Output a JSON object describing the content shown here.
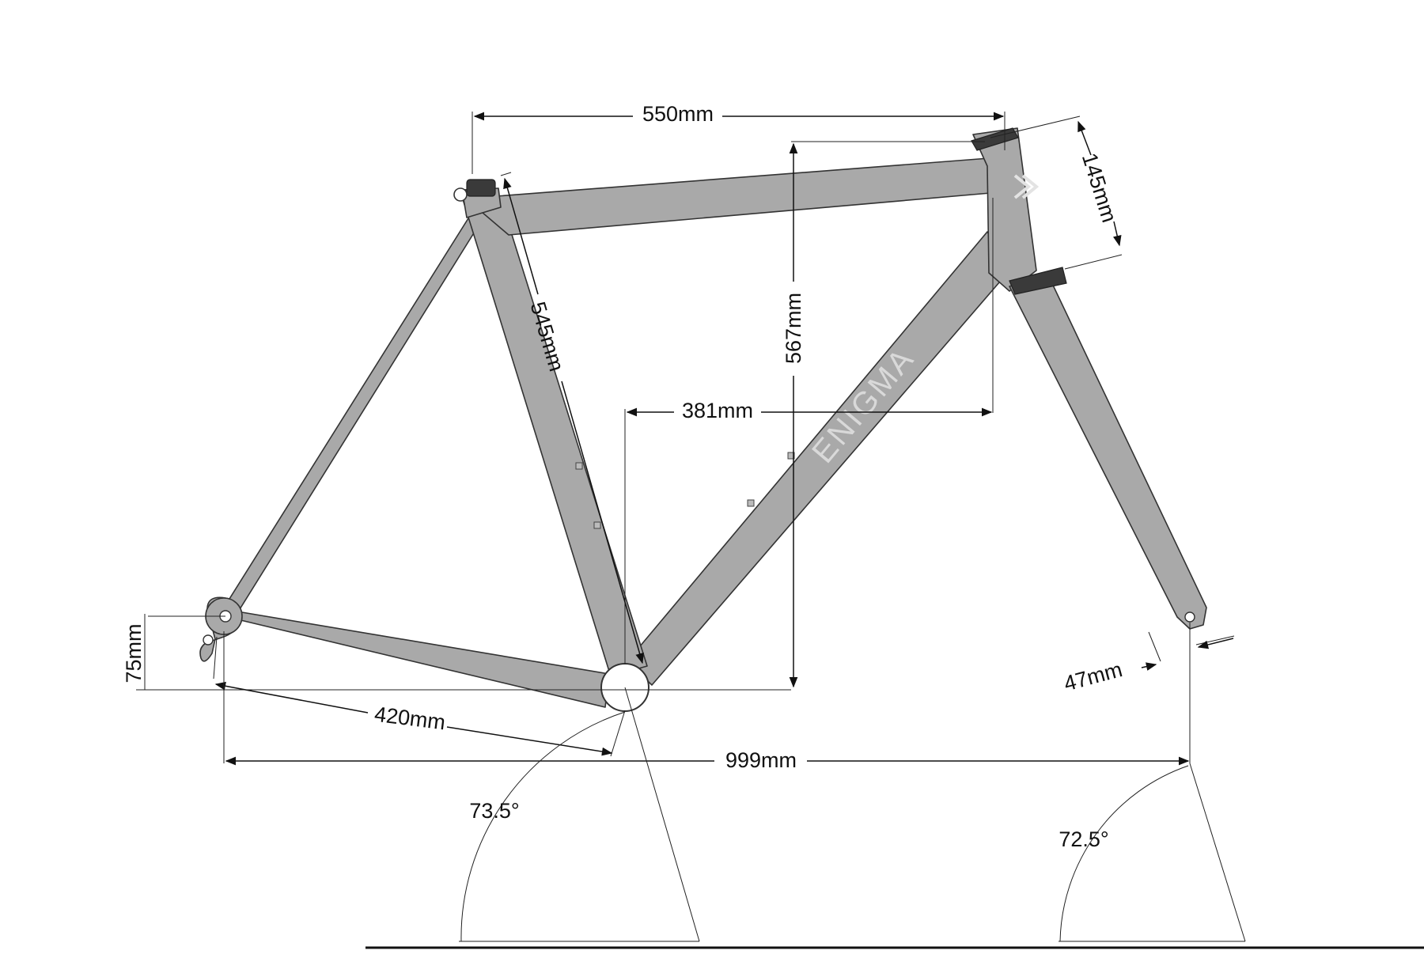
{
  "brand": "ENIGMA",
  "colors": {
    "frame": "#a9a9a9",
    "outline": "#333333",
    "caps": "#3a3a3a",
    "lines": "#111111"
  },
  "measurements": {
    "top_tube": "550mm",
    "head_tube": "145mm",
    "seat_tube": "545mm",
    "stack": "567mm",
    "reach": "381mm",
    "bb_drop": "75mm",
    "chainstay": "420mm",
    "fork_offset": "47mm",
    "wheelbase": "999mm",
    "seat_angle": "73.5°",
    "head_angle": "72.5°"
  }
}
